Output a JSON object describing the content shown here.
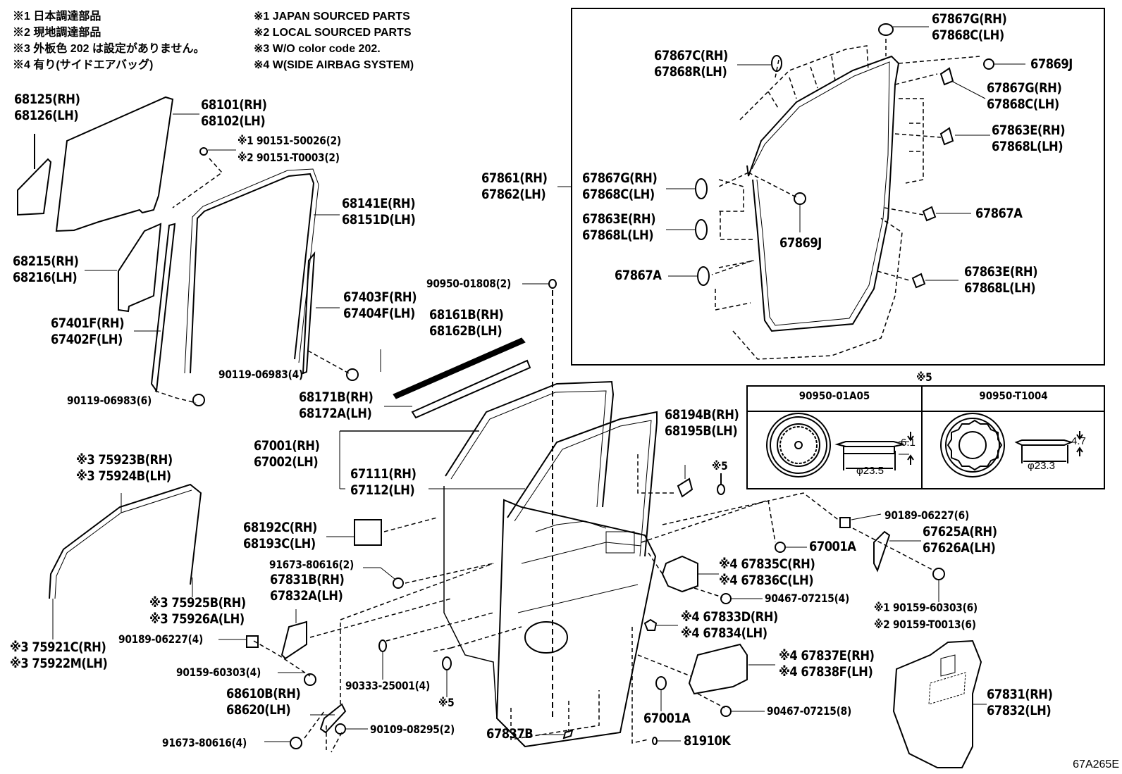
{
  "notes_jp": [
    "※1 日本調達部品",
    "※2 現地調達部品",
    "※3 外板色  202  は設定がありません。",
    "※4 有り(サイドエアバッグ)"
  ],
  "notes_en": [
    "※1 JAPAN SOURCED PARTS",
    "※2 LOCAL SOURCED PARTS",
    "※3 W/O color code 202.",
    "※4 W(SIDE AIRBAG SYSTEM)"
  ],
  "parts": {
    "p68125": [
      "68125(RH)",
      "68126(LH)"
    ],
    "p68101": [
      "68101(RH)",
      "68102(LH)"
    ],
    "p90151": [
      "※1 90151-50026(2)",
      "※2 90151-T0003(2)"
    ],
    "p68141": [
      "68141E(RH)",
      "68151D(LH)"
    ],
    "p68215": [
      "68215(RH)",
      "68216(LH)"
    ],
    "p67403": [
      "67403F(RH)",
      "67404F(LH)"
    ],
    "p67401": [
      "67401F(RH)",
      "67402F(LH)"
    ],
    "p90119_4": [
      "90119-06983(4)"
    ],
    "p90119_6": [
      "90119-06983(6)"
    ],
    "p90950_01808": [
      "90950-01808(2)"
    ],
    "p68161": [
      "68161B(RH)",
      "68162B(LH)"
    ],
    "p68171": [
      "68171B(RH)",
      "68172A(LH)"
    ],
    "p67001": [
      "67001(RH)",
      "67002(LH)"
    ],
    "p67111": [
      "67111(RH)",
      "67112(LH)"
    ],
    "p68194": [
      "68194B(RH)",
      "68195B(LH)"
    ],
    "p_x5_a": [
      "※5"
    ],
    "p75923": [
      "※3 75923B(RH)",
      "※3 75924B(LH)"
    ],
    "p68192": [
      "68192C(RH)",
      "68193C(LH)"
    ],
    "p91673_2": [
      "91673-80616(2)"
    ],
    "p67831B": [
      "67831B(RH)",
      "67832A(LH)"
    ],
    "p75925": [
      "※3 75925B(RH)",
      "※3 75926A(LH)"
    ],
    "p75921": [
      "※3 75921C(RH)",
      "※3 75922M(LH)"
    ],
    "p90189_4": [
      "90189-06227(4)"
    ],
    "p90159_4": [
      "90159-60303(4)"
    ],
    "p68610": [
      "68610B(RH)",
      "68620(LH)"
    ],
    "p91673_4": [
      "91673-80616(4)"
    ],
    "p90109": [
      "90109-08295(2)"
    ],
    "p90333": [
      "90333-25001(4)"
    ],
    "p_x5_b": [
      "※5"
    ],
    "p67837B": [
      "67837B"
    ],
    "p67001A_a": [
      "67001A"
    ],
    "p67001A_b": [
      "67001A"
    ],
    "p81910": [
      "81910K"
    ],
    "p90467_8": [
      "90467-07215(8)"
    ],
    "p67837E": [
      "※4 67837E(RH)",
      "※4 67838F(LH)"
    ],
    "p67833": [
      "※4 67833D(RH)",
      "※4 67834(LH)"
    ],
    "p90467_4": [
      "90467-07215(4)"
    ],
    "p67835": [
      "※4 67835C(RH)",
      "※4 67836C(LH)"
    ],
    "p90189_6": [
      "90189-06227(6)"
    ],
    "p67625": [
      "67625A(RH)",
      "67626A(LH)"
    ],
    "p90159_6": [
      "※1 90159-60303(6)",
      "※2 90159-T0013(6)"
    ],
    "p67831": [
      "67831(RH)",
      "67832(LH)"
    ],
    "p67861": [
      "67861(RH)",
      "67862(LH)"
    ],
    "w67867G_top": [
      "67867G(RH)",
      "67868C(LH)"
    ],
    "w67867C": [
      "67867C(RH)",
      "67868R(LH)"
    ],
    "w67869J_top": [
      "67869J"
    ],
    "w67867G_right": [
      "67867G(RH)",
      "67868C(LH)"
    ],
    "w67863E_right1": [
      "67863E(RH)",
      "67868L(LH)"
    ],
    "w67867G_left": [
      "67867G(RH)",
      "67868C(LH)"
    ],
    "w67863E_left": [
      "67863E(RH)",
      "67868L(LH)"
    ],
    "w67869J_mid": [
      "67869J"
    ],
    "w67867A_right": [
      "67867A"
    ],
    "w67867A_left": [
      "67867A"
    ],
    "w67863E_right2": [
      "67863E(RH)",
      "67868L(LH)"
    ]
  },
  "plug_table": {
    "marker": "※5",
    "columns": [
      {
        "part": "90950-01A05",
        "height": "6.1",
        "diameter": "φ23.5"
      },
      {
        "part": "90950-T1004",
        "height": "4.7",
        "diameter": "φ23.3"
      }
    ]
  },
  "illustration_code": "67A265E"
}
